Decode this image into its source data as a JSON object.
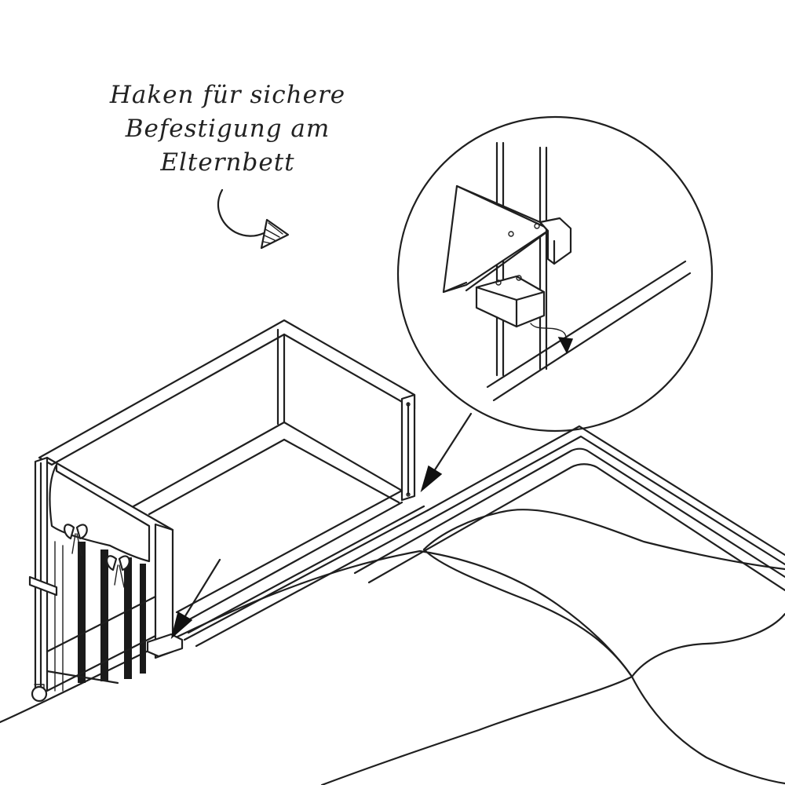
{
  "caption": {
    "line1": "Haken für sichere",
    "line2": "Befestigung am",
    "line3": "Elternbett"
  },
  "colors": {
    "line": "#1f1f1f",
    "background": "#ffffff"
  }
}
